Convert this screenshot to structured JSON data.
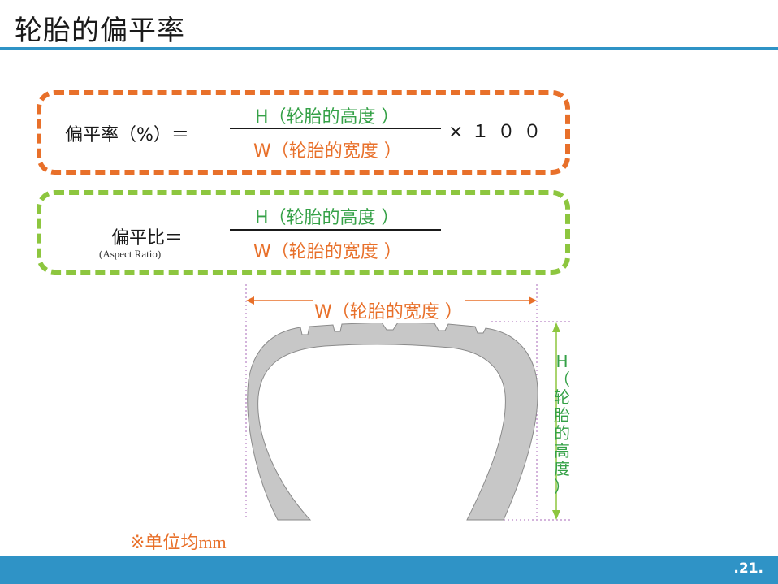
{
  "title": "轮胎的偏平率",
  "formula1": {
    "label": "偏平率（%）＝",
    "numerator": "H（轮胎的高度 ）",
    "denominator": "W（轮胎的宽度 ）",
    "multiplier": "×１００"
  },
  "formula2": {
    "label": "偏平比＝",
    "sublabel": "(Aspect Ratio)",
    "numerator": "H（轮胎的高度 ）",
    "denominator": "W（轮胎的宽度 ）"
  },
  "diagram": {
    "width_label": "W（轮胎的宽度 ）",
    "height_label_chars": [
      "H",
      "（",
      "轮",
      "胎",
      "的",
      "高",
      "度",
      "）"
    ]
  },
  "note": {
    "text": "※单位均",
    "unit": "mm"
  },
  "page_number": ".21.",
  "colors": {
    "accent_blue": "#2f93c6",
    "orange": "#e8702a",
    "green": "#8dc63f",
    "dark_green": "#35a147"
  }
}
